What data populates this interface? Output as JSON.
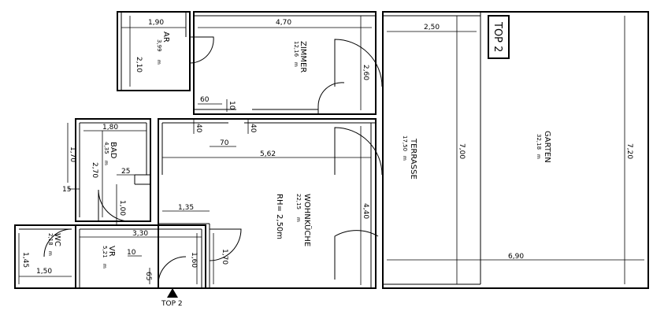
{
  "plan": {
    "unit_tag": "TOP 2",
    "entrance_label": "TOP 2",
    "area_unit": "m",
    "area_sup": "2",
    "rooms": {
      "ar": {
        "name": "AR",
        "area": "3,99"
      },
      "zimmer": {
        "name": "ZIMMER",
        "area": "12,16"
      },
      "bad": {
        "name": "BAD",
        "area": "4,35"
      },
      "wohnkueche": {
        "name": "WOHNKÜCHE",
        "area": "22,15",
        "rh": "RH= 2,50m"
      },
      "terrasse": {
        "name": "TERRASSE",
        "area": "17,50"
      },
      "garten": {
        "name": "GARTEN",
        "area": "32,18"
      },
      "wc": {
        "name": "WC",
        "area": "2,18"
      },
      "vr": {
        "name": "VR",
        "area": "5,21"
      }
    },
    "dimensions": {
      "ar_width": "1,90",
      "ar_height": "2,10",
      "zimmer_width": "4,70",
      "zimmer_height": "2,60",
      "wall_60": "60",
      "wall_10": "10",
      "wall_40a": "40",
      "wall_40b": "40",
      "wall_70": "70",
      "kitchen_width": "5,62",
      "kitchen_135": "1,35",
      "kitchen_height": "4,40",
      "bad_width": "1,80",
      "bad_height_170": "1,70",
      "bad_height_270": "2,70",
      "bad_25": "25",
      "bad_15": "15",
      "bad_100": "1,00",
      "vr_width": "3,30",
      "wc_145": "1,45",
      "wc_150": "1,50",
      "vr_10": "10",
      "vr_160": "1,60",
      "vr_65": "65",
      "door_170": "1,70",
      "terrasse_width": "2,50",
      "terrasse_height": "7,00",
      "garten_height": "7,20",
      "garten_width": "6,90"
    }
  }
}
